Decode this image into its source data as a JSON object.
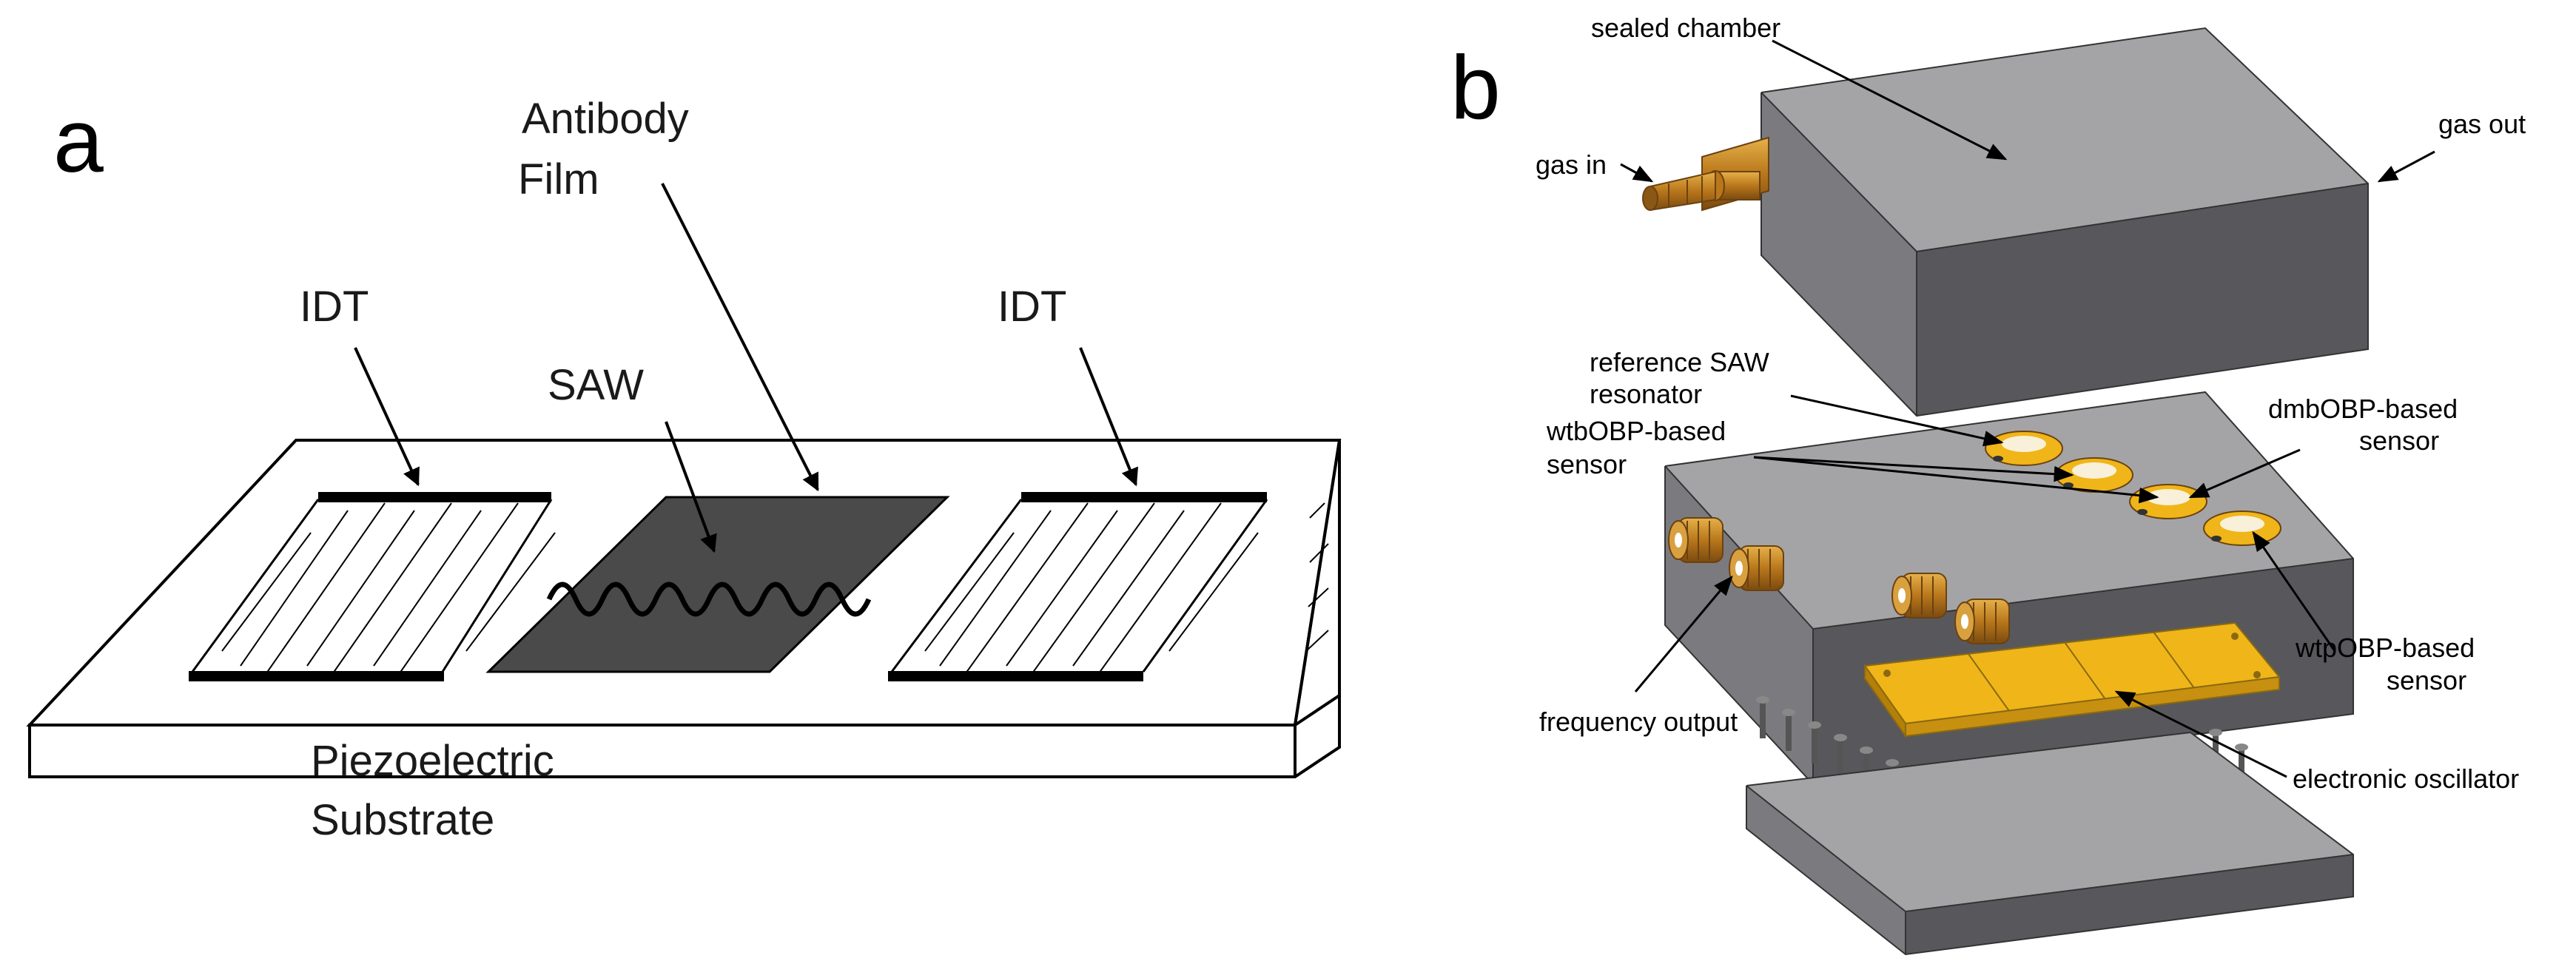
{
  "panel_a": {
    "letter": "a",
    "labels": {
      "antibody_line1": "Antibody",
      "antibody_line2": "Film",
      "idt_left": "IDT",
      "idt_right": "IDT",
      "saw": "SAW",
      "substrate_line1": "Piezoelectric",
      "substrate_line2": "Substrate"
    }
  },
  "panel_b": {
    "letter": "b",
    "labels": {
      "sealed_chamber": "sealed chamber",
      "gas_in": "gas in",
      "gas_out": "gas out",
      "reference_line1": "reference SAW",
      "reference_line2": "resonator",
      "dmb_line1": "dmbOBP-based",
      "dmb_line2": "sensor",
      "wtb_line1": "wtbOBP-based",
      "wtb_line2": "sensor",
      "wtp_line1": "wtpOBP-based",
      "wtp_line2": "sensor",
      "frequency_output": "frequency output",
      "electronic_oscillator": "electronic oscillator"
    }
  },
  "colors": {
    "film": "#4a4a4a",
    "box_top": "#a4a4a6",
    "box_front": "#7b7b7f",
    "box_side": "#58585c",
    "pcb": "#f0b519",
    "brass": "#c98b22"
  }
}
